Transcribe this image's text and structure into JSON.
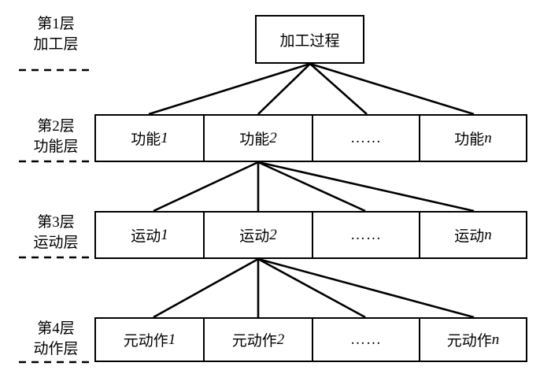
{
  "diagram": {
    "title": "加工过程",
    "layers": [
      {
        "id": "layer-1",
        "label_line1": "第1层",
        "label_line2": "加工层"
      },
      {
        "id": "layer-2",
        "label_line1": "第2层",
        "label_line2": "功能层",
        "cells": [
          {
            "text": "功能1",
            "base": "功能",
            "index": "1"
          },
          {
            "text": "功能2",
            "base": "功能",
            "index": "2"
          },
          {
            "text": "……",
            "base": "……",
            "index": ""
          },
          {
            "text": "功能n",
            "base": "功能",
            "index": "n"
          }
        ]
      },
      {
        "id": "layer-3",
        "label_line1": "第3层",
        "label_line2": "运动层",
        "cells": [
          {
            "text": "运动1",
            "base": "运动",
            "index": "1"
          },
          {
            "text": "运动2",
            "base": "运动",
            "index": "2"
          },
          {
            "text": "……",
            "base": "……",
            "index": ""
          },
          {
            "text": "运动n",
            "base": "运动",
            "index": "n"
          }
        ]
      },
      {
        "id": "layer-4",
        "label_line1": "第4层",
        "label_line2": "动作层",
        "cells": [
          {
            "text": "元动作1",
            "base": "元动作",
            "index": "1"
          },
          {
            "text": "元动作2",
            "base": "元动作",
            "index": "2"
          },
          {
            "text": "……",
            "base": "……",
            "index": ""
          },
          {
            "text": "元动作n",
            "base": "元动作",
            "index": "n"
          }
        ]
      }
    ],
    "colors": {
      "line": "#000000",
      "background": "#ffffff",
      "text": "#000000"
    }
  }
}
